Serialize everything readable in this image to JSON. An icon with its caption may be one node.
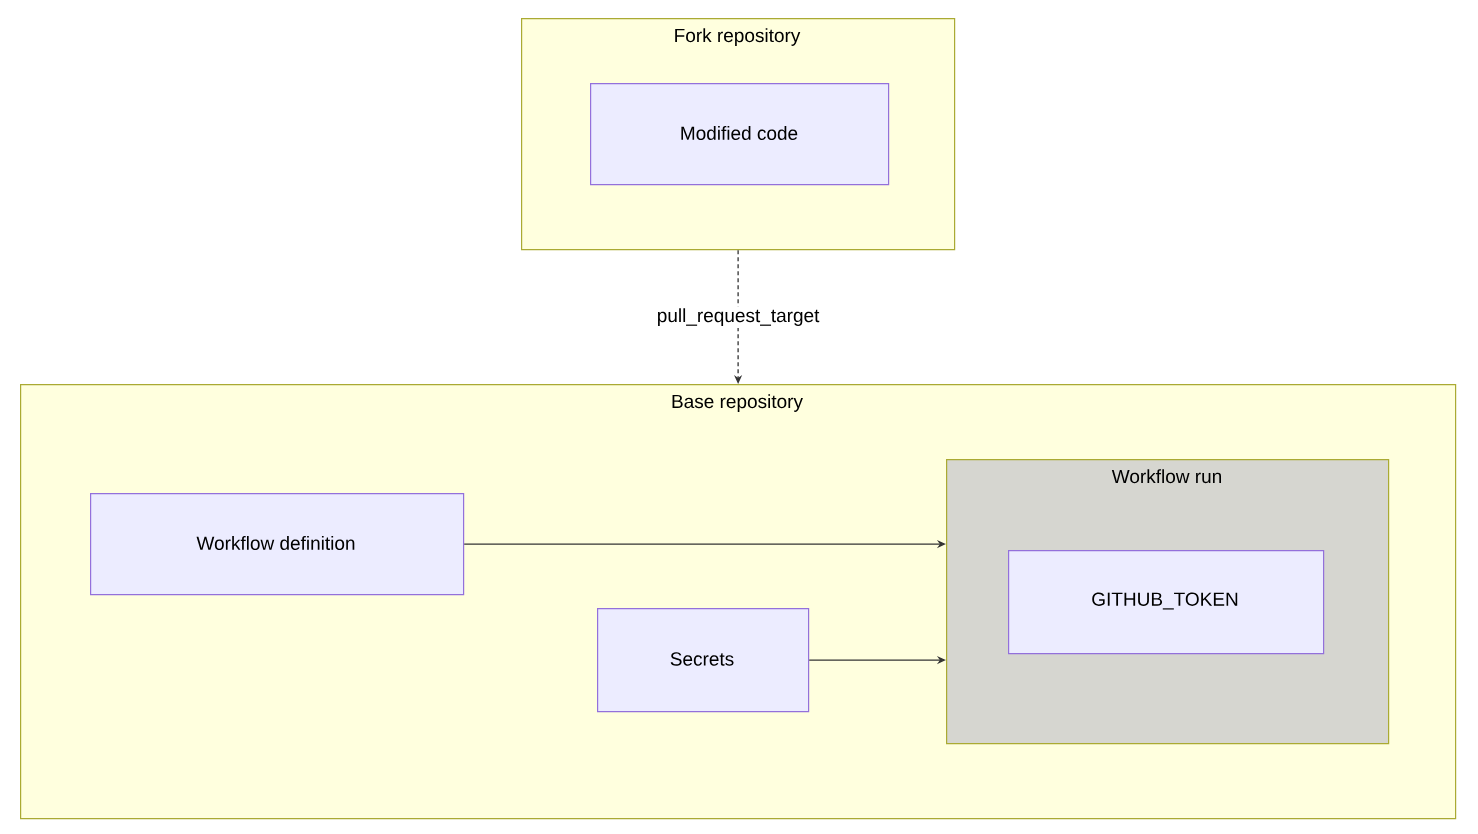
{
  "diagram": {
    "nodes": [
      {
        "text": [
          "Fork repository"
        ]
      },
      {
        "text": [
          "Modified code"
        ],
        "in": 0
      },
      {
        "text": [
          "Base repository"
        ]
      },
      {
        "text": [
          "Workflow definition"
        ],
        "in": 2
      },
      {
        "text": [
          "Secrets"
        ],
        "in": 2
      },
      {
        "text": [
          "Workflow run"
        ],
        "in": 2
      },
      {
        "text": [
          "GITHUB_TOKEN"
        ],
        "in": 5
      }
    ],
    "edges": [
      {
        "from": 0,
        "to": 2,
        "arrow": "to",
        "label": "pull_request_target",
        "style": "dashed"
      },
      {
        "from": 3,
        "to": 5,
        "arrow": "to"
      },
      {
        "from": 4,
        "to": 5,
        "arrow": "to"
      }
    ]
  }
}
